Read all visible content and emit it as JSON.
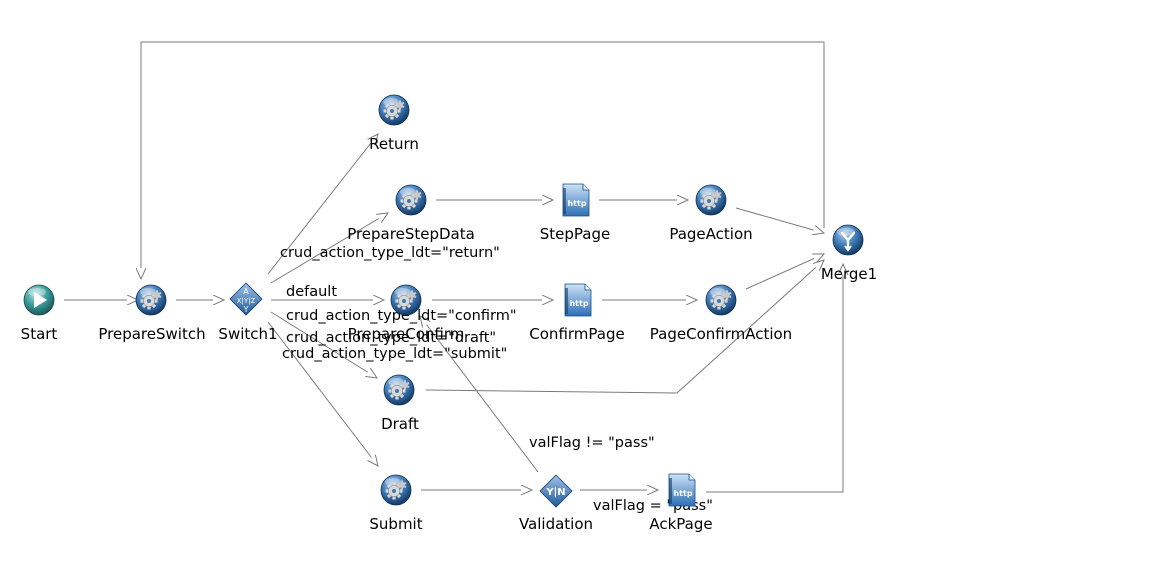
{
  "nodes": [
    {
      "id": "start",
      "label": "Start",
      "icon": "start-icon"
    },
    {
      "id": "prepare_switch",
      "label": "PrepareSwitch",
      "icon": "gear-icon"
    },
    {
      "id": "switch1",
      "label": "Switch1",
      "icon": "switch-icon"
    },
    {
      "id": "return",
      "label": "Return",
      "icon": "gear-icon"
    },
    {
      "id": "prepare_step_data",
      "label": "PrepareStepData",
      "icon": "gear-icon"
    },
    {
      "id": "step_page",
      "label": "StepPage",
      "icon": "http-page-icon"
    },
    {
      "id": "page_action",
      "label": "PageAction",
      "icon": "gear-icon"
    },
    {
      "id": "merge1",
      "label": "Merge1",
      "icon": "merge-icon"
    },
    {
      "id": "prepare_confirm",
      "label": "PrepareConfirm",
      "icon": "gear-icon"
    },
    {
      "id": "confirm_page",
      "label": "ConfirmPage",
      "icon": "http-page-icon"
    },
    {
      "id": "page_confirm_action",
      "label": "PageConfirmAction",
      "icon": "gear-icon"
    },
    {
      "id": "draft",
      "label": "Draft",
      "icon": "gear-icon"
    },
    {
      "id": "submit",
      "label": "Submit",
      "icon": "gear-icon"
    },
    {
      "id": "validation",
      "label": "Validation",
      "icon": "decision-icon"
    },
    {
      "id": "ack_page",
      "label": "AckPage",
      "icon": "http-page-icon"
    }
  ],
  "edges": [
    {
      "from": "start",
      "to": "prepare_switch",
      "label": ""
    },
    {
      "from": "prepare_switch",
      "to": "switch1",
      "label": ""
    },
    {
      "from": "switch1",
      "to": "return",
      "label": ""
    },
    {
      "from": "switch1",
      "to": "prepare_step_data",
      "label": "crud_action_type_ldt=\"return\""
    },
    {
      "from": "switch1",
      "to": "prepare_confirm",
      "label": "default"
    },
    {
      "from": "switch1",
      "to": "draft",
      "label": "crud_action_type_ldt=\"draft\""
    },
    {
      "from": "switch1",
      "to": "submit",
      "label": "crud_action_type_ldt=\"submit\""
    },
    {
      "from": "prepare_step_data",
      "to": "step_page",
      "label": ""
    },
    {
      "from": "step_page",
      "to": "page_action",
      "label": ""
    },
    {
      "from": "page_action",
      "to": "merge1",
      "label": ""
    },
    {
      "from": "prepare_confirm",
      "to": "confirm_page",
      "label": "crud_action_type_ldt=\"confirm\""
    },
    {
      "from": "confirm_page",
      "to": "page_confirm_action",
      "label": ""
    },
    {
      "from": "page_confirm_action",
      "to": "merge1",
      "label": ""
    },
    {
      "from": "draft",
      "to": "merge1",
      "label": ""
    },
    {
      "from": "submit",
      "to": "validation",
      "label": ""
    },
    {
      "from": "validation",
      "to": "prepare_confirm",
      "label": "valFlag != \"pass\""
    },
    {
      "from": "validation",
      "to": "ack_page",
      "label": "valFlag = \"pass\""
    },
    {
      "from": "ack_page",
      "to": "merge1",
      "label": ""
    },
    {
      "from": "merge1",
      "to": "prepare_switch",
      "label": ""
    }
  ],
  "colors": {
    "edge": "#7a7a7a",
    "icon_dark": "#1b4f86",
    "icon_light": "#6fa4d8",
    "start_fill": "#2a8a8a"
  }
}
